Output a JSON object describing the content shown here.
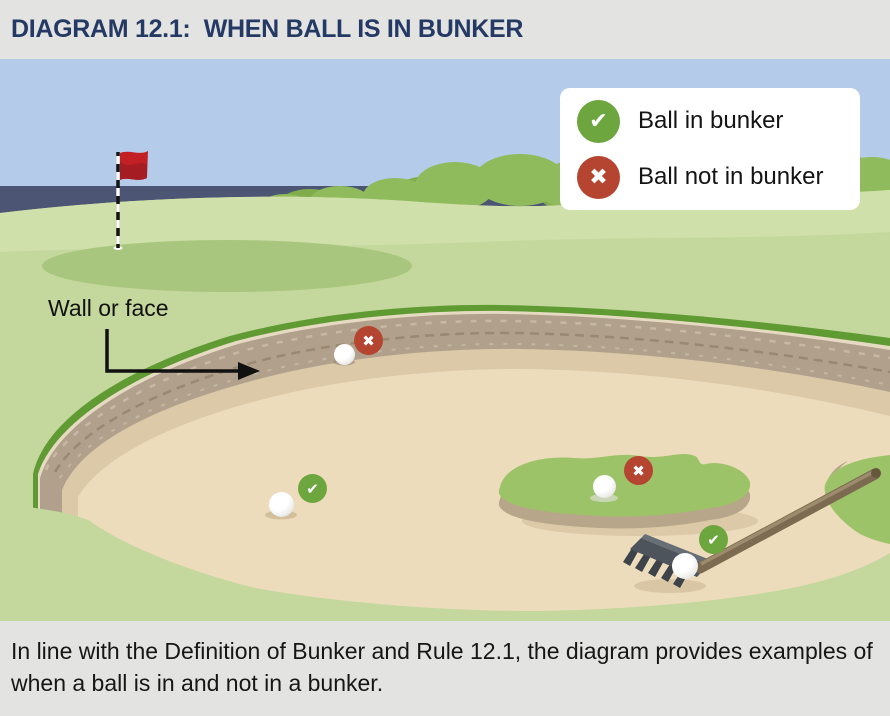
{
  "header": {
    "title": "DIAGRAM 12.1:  WHEN BALL IS IN BUNKER"
  },
  "legend": {
    "items": [
      {
        "label": "Ball in bunker",
        "icon": "check",
        "glyph": "✔"
      },
      {
        "label": "Ball not in bunker",
        "icon": "cross",
        "glyph": "✖"
      }
    ]
  },
  "scene": {
    "wall_label": "Wall or face",
    "markers": [
      {
        "id": "ball-on-wall-or-face",
        "status": "Ball not in bunker",
        "glyph": "✖"
      },
      {
        "id": "ball-on-sand",
        "status": "Ball in bunker",
        "glyph": "✔"
      },
      {
        "id": "ball-on-grass-island",
        "status": "Ball not in bunker",
        "glyph": "✖"
      },
      {
        "id": "ball-on-rake",
        "status": "Ball in bunker",
        "glyph": "✔"
      }
    ]
  },
  "caption": {
    "line1": "In line with the Definition of Bunker and Rule 12.1, the diagram provides examples of",
    "line2": "when a ball is in and not in a bunker."
  },
  "colors": {
    "check_green": "#6DA63F",
    "cross_red": "#B54530",
    "flag_red": "#C32026",
    "title_navy": "#243A64",
    "sand": "#EDDCBC",
    "wall_stone": "#B1A18C"
  }
}
